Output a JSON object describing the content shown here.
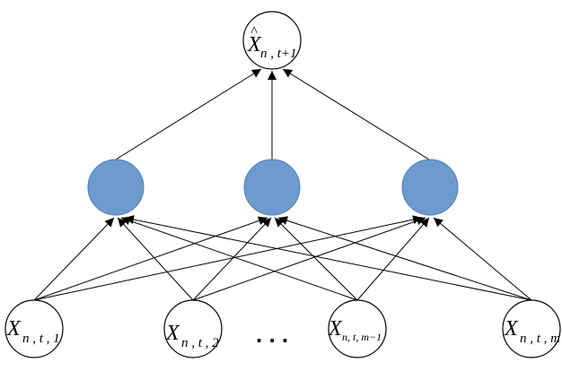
{
  "diagram": {
    "output_node": {
      "base": "X",
      "hat": "^",
      "sub": "n , t+1"
    },
    "hidden_nodes": [
      {
        "id": "h1"
      },
      {
        "id": "h2"
      },
      {
        "id": "h3"
      }
    ],
    "input_nodes": [
      {
        "id": "i1",
        "base": "X",
        "sub": "n , t , 1"
      },
      {
        "id": "i2",
        "base": "X",
        "sub": "n , t , 2"
      },
      {
        "id": "i3",
        "base": "X",
        "sub": "n, t, m−1"
      },
      {
        "id": "i4",
        "base": "X",
        "sub": "n , t , m"
      }
    ],
    "ellipsis": ". . .",
    "colors": {
      "hidden_fill": "#6d9bcf",
      "hidden_stroke": "#4f7fb5",
      "edge": "#000000",
      "node_stroke": "#000000"
    }
  }
}
